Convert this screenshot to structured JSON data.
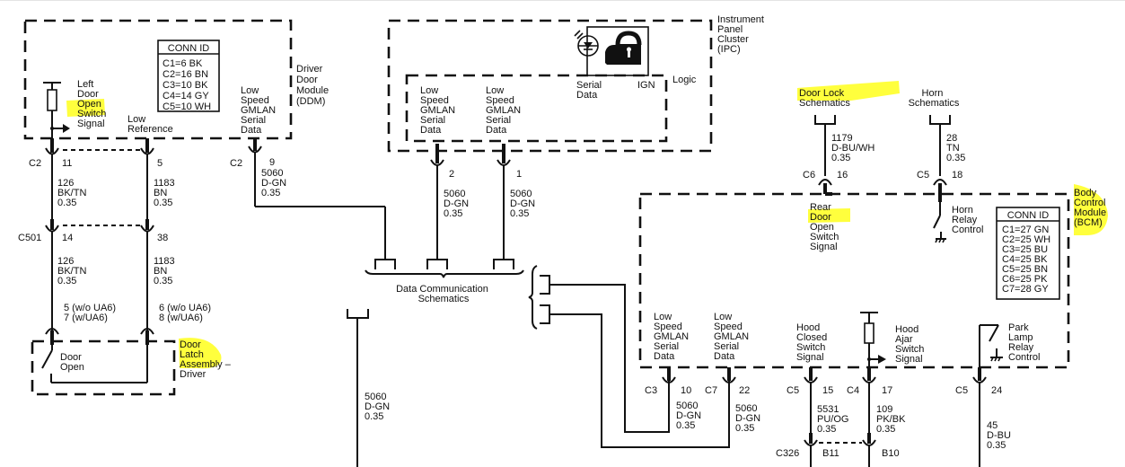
{
  "ddm": {
    "name": [
      "Driver",
      "Door",
      "Module",
      "(DDM)"
    ],
    "conn_id": {
      "title": "CONN ID",
      "rows": [
        "C1=6 BK",
        "C2=16 BN",
        "C3=10 BK",
        "C4=14 GY",
        "C5=10 WH"
      ]
    },
    "left_door_label": [
      "Left",
      "Door",
      "Open",
      "Switch",
      "Signal"
    ],
    "low_reference_label": [
      "Low",
      "Reference"
    ],
    "gmlan_label": [
      "Low",
      "Speed",
      "GMLAN",
      "Serial",
      "Data"
    ],
    "pins": {
      "c2_11": {
        "connector": "C2",
        "pin": "11",
        "circuit": "126",
        "color": "BK/TN",
        "size": "0.35"
      },
      "c2_5": {
        "pin": "5",
        "circuit": "1183",
        "color": "BN",
        "size": "0.35"
      },
      "c2_9": {
        "connector": "C2",
        "pin": "9",
        "circuit": "5060",
        "color": "D-GN",
        "size": "0.35"
      }
    }
  },
  "c501": {
    "connector": "C501",
    "left": {
      "pin": "14",
      "circuit": "126",
      "color": "BK/TN",
      "size": "0.35",
      "latch_pins": [
        "5 (w/o UA6)",
        "7 (w/UA6)"
      ]
    },
    "right": {
      "pin": "38",
      "circuit": "1183",
      "color": "BN",
      "size": "0.35",
      "latch_pins": [
        "6 (w/o UA6)",
        "8 (w/UA6)"
      ]
    }
  },
  "door_latch": {
    "name": [
      "Door",
      "Latch",
      "Assembly –",
      "Driver"
    ],
    "switch_label": [
      "Door",
      "Open"
    ]
  },
  "ipc": {
    "name": [
      "Instrument",
      "Panel",
      "Cluster",
      "(IPC)"
    ],
    "logic_label": "Logic",
    "serial_data_label": [
      "Serial",
      "Data"
    ],
    "ign_label": "IGN",
    "gmlan_label": [
      "Low",
      "Speed",
      "GMLAN",
      "Serial",
      "Data"
    ],
    "pins": [
      {
        "pin": "2",
        "circuit": "5060",
        "color": "D-GN",
        "size": "0.35"
      },
      {
        "pin": "1",
        "circuit": "5060",
        "color": "D-GN",
        "size": "0.35"
      }
    ]
  },
  "data_comm": {
    "label": [
      "Data Communication",
      "Schematics"
    ],
    "lower_wire": {
      "circuit": "5060",
      "color": "D-GN",
      "size": "0.35"
    }
  },
  "door_lock": {
    "label": [
      "Door Lock",
      "Schematics"
    ],
    "wire": {
      "circuit": "1179",
      "color": "D-BU/WH",
      "size": "0.35",
      "connector": "C6",
      "pin": "16"
    }
  },
  "horn": {
    "label": [
      "Horn",
      "Schematics"
    ],
    "wire": {
      "circuit": "28",
      "color": "TN",
      "size": "0.35",
      "connector": "C5",
      "pin": "18"
    }
  },
  "bcm": {
    "name": [
      "Body",
      "Control",
      "Module",
      "(BCM)"
    ],
    "conn_id": {
      "title": "CONN ID",
      "rows": [
        "C1=27 GN",
        "C2=25 WH",
        "C3=25 BU",
        "C4=25 BK",
        "C5=25 BN",
        "C6=25 PK",
        "C7=28 GY"
      ]
    },
    "rear_door_label": [
      "Rear",
      "Door",
      "Open",
      "Switch",
      "Signal"
    ],
    "horn_relay_label": [
      "Horn",
      "Relay",
      "Control"
    ],
    "gmlan1_label": [
      "Low",
      "Speed",
      "GMLAN",
      "Serial",
      "Data"
    ],
    "gmlan2_label": [
      "Low",
      "Speed",
      "GMLAN",
      "Serial",
      "Data"
    ],
    "hood_closed_label": [
      "Hood",
      "Closed",
      "Switch",
      "Signal"
    ],
    "hood_ajar_label": [
      "Hood",
      "Ajar",
      "Switch",
      "Signal"
    ],
    "park_lamp_label": [
      "Park",
      "Lamp",
      "Relay",
      "Control"
    ],
    "pins": {
      "c3_10": {
        "connector": "C3",
        "pin": "10",
        "circuit": "5060",
        "color": "D-GN",
        "size": "0.35"
      },
      "c7_22": {
        "connector": "C7",
        "pin": "22",
        "circuit": "5060",
        "color": "D-GN",
        "size": "0.35"
      },
      "c5_15": {
        "connector": "C5",
        "pin": "15",
        "circuit": "5531",
        "color": "PU/OG",
        "size": "0.35"
      },
      "c4_17": {
        "connector": "C4",
        "pin": "17",
        "circuit": "109",
        "color": "PK/BK",
        "size": "0.35"
      },
      "c5_24": {
        "connector": "C5",
        "pin": "24",
        "circuit": "45",
        "color": "D-BU",
        "size": "0.35"
      }
    }
  },
  "c326": {
    "connector": "C326",
    "left_pin": "B11",
    "right_pin": "B10"
  }
}
